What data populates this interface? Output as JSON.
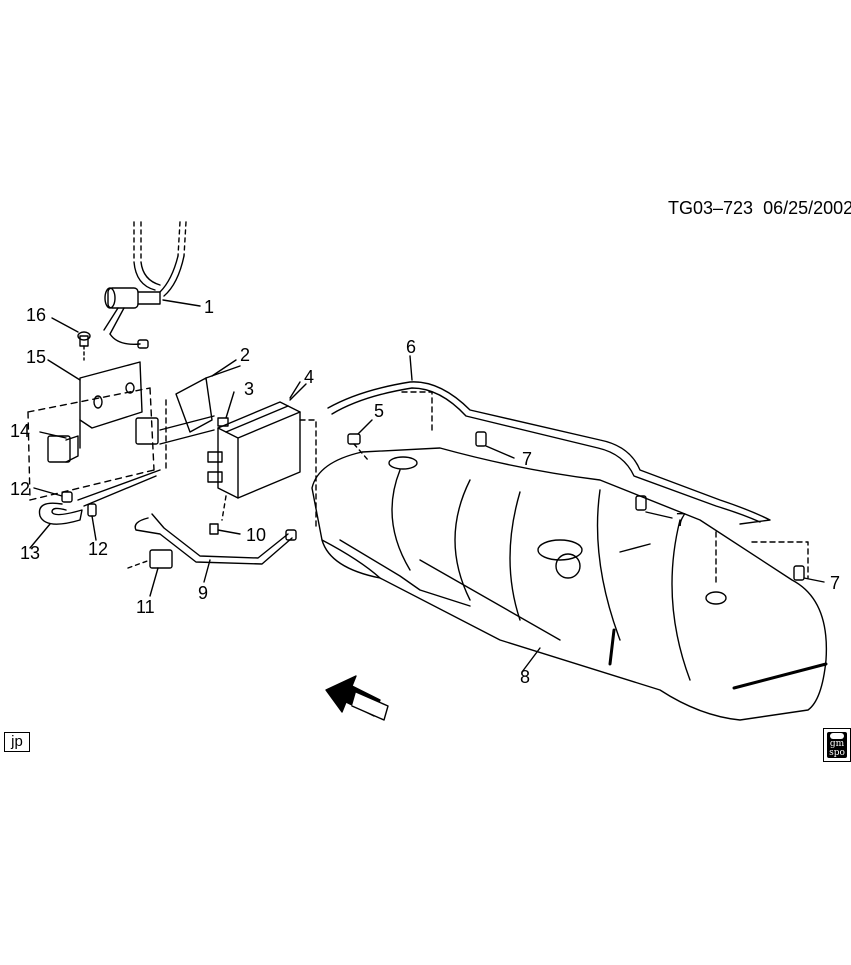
{
  "header": {
    "drawing_id": "TG03–723",
    "date": "06/25/2002"
  },
  "callouts": [
    {
      "id": "c1",
      "label": "1"
    },
    {
      "id": "c2",
      "label": "2"
    },
    {
      "id": "c3",
      "label": "3"
    },
    {
      "id": "c4",
      "label": "4"
    },
    {
      "id": "c5",
      "label": "5"
    },
    {
      "id": "c6",
      "label": "6"
    },
    {
      "id": "c7a",
      "label": "7"
    },
    {
      "id": "c7b",
      "label": "7"
    },
    {
      "id": "c7c",
      "label": "7"
    },
    {
      "id": "c8",
      "label": "8"
    },
    {
      "id": "c9",
      "label": "9"
    },
    {
      "id": "c10",
      "label": "10"
    },
    {
      "id": "c11",
      "label": "11"
    },
    {
      "id": "c12a",
      "label": "12"
    },
    {
      "id": "c12b",
      "label": "12"
    },
    {
      "id": "c13",
      "label": "13"
    },
    {
      "id": "c14",
      "label": "14"
    },
    {
      "id": "c15",
      "label": "15"
    },
    {
      "id": "c16",
      "label": "16"
    }
  ],
  "footer": {
    "left_box": "jp",
    "logo_line1": "gm",
    "logo_line2": "spo"
  },
  "colors": {
    "line": "#000000",
    "background": "#ffffff"
  }
}
